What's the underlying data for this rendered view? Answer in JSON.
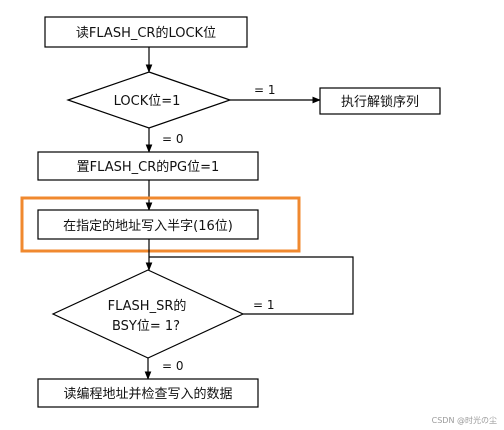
{
  "flowchart": {
    "steps": {
      "read_lock": "读FLASH_CR的LOCK位",
      "lock_check": "LOCK位=1",
      "unlock_sequence": "执行解锁序列",
      "set_pg": "置FLASH_CR的PG位=1",
      "write_halfword": "在指定的地址写入半字(16位)",
      "bsy_check_line1": "FLASH_SR的",
      "bsy_check_line2": "BSY位= 1?",
      "verify": "读编程地址并检查写入的数据"
    },
    "edges": {
      "lock_yes": "= 1",
      "lock_no": "= 0",
      "bsy_yes": "= 1",
      "bsy_no": "= 0"
    },
    "highlight_color": "#f0892f"
  },
  "watermark": "CSDN @时光の尘"
}
